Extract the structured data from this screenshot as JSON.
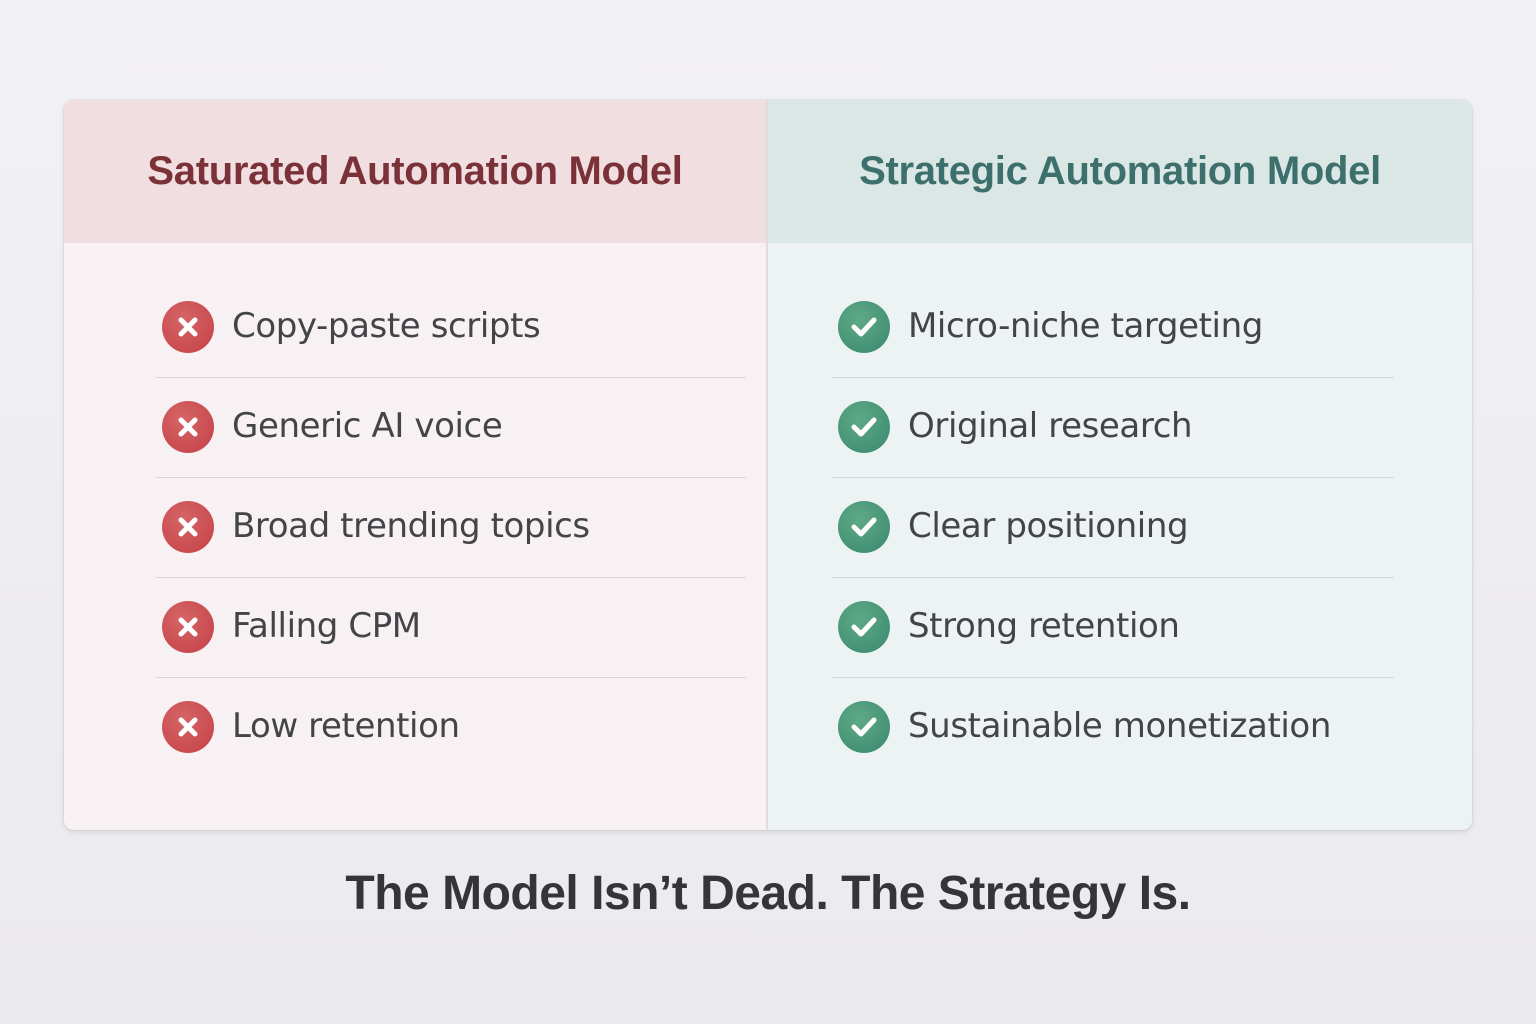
{
  "comparison": {
    "left": {
      "title": "Saturated Automation Model",
      "icon": "x-circle-icon",
      "header_color": "#7a3238",
      "icon_color": "#c94b50",
      "items": [
        {
          "label": "Copy-paste scripts"
        },
        {
          "label": "Generic AI voice"
        },
        {
          "label": "Broad trending topics"
        },
        {
          "label": "Falling CPM"
        },
        {
          "label": "Low retention"
        }
      ]
    },
    "right": {
      "title": "Strategic Automation Model",
      "icon": "check-circle-icon",
      "header_color": "#3d706d",
      "icon_color": "#449276",
      "items": [
        {
          "label": "Micro-niche targeting"
        },
        {
          "label": "Original research"
        },
        {
          "label": "Clear positioning"
        },
        {
          "label": "Strong retention"
        },
        {
          "label": "Sustainable monetization"
        }
      ]
    }
  },
  "tagline": "The Model Isn’t Dead. The Strategy Is."
}
